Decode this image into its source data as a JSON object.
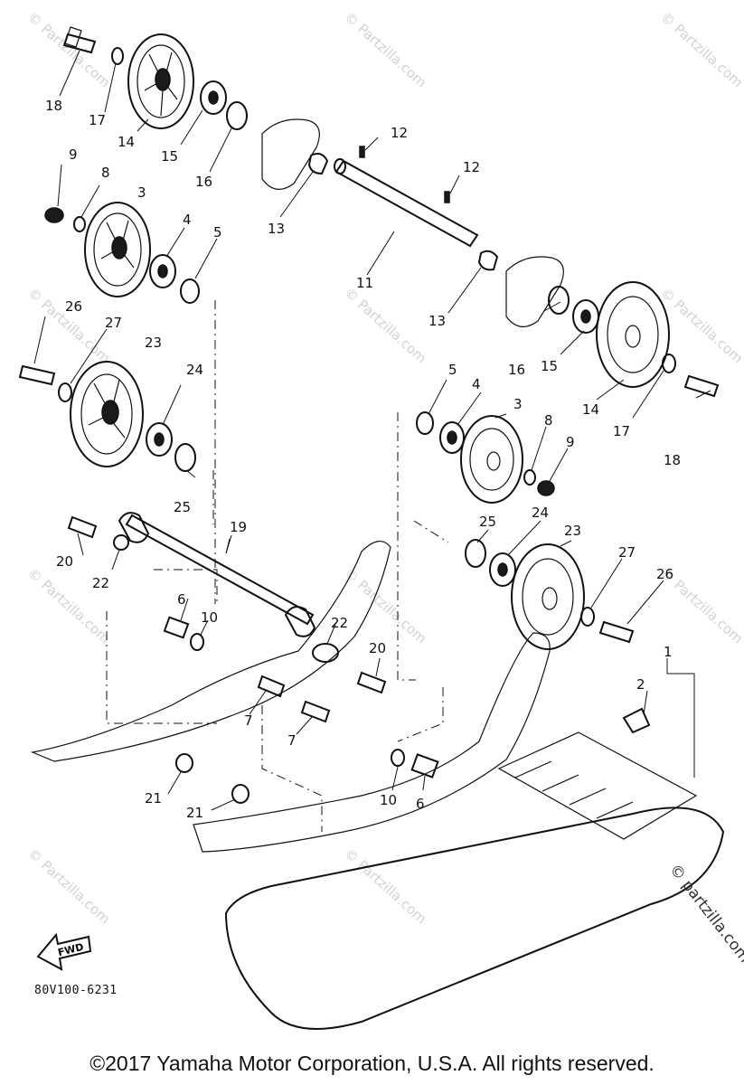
{
  "watermark": "© Partzilla.com",
  "edge_watermark": "© partzilla.com",
  "callouts": {
    "c1": "1",
    "c2": "2",
    "c3a": "3",
    "c3b": "3",
    "c4a": "4",
    "c4b": "4",
    "c5a": "5",
    "c5b": "5",
    "c6a": "6",
    "c6b": "6",
    "c7a": "7",
    "c7b": "7",
    "c8a": "8",
    "c8b": "8",
    "c9a": "9",
    "c9b": "9",
    "c10a": "10",
    "c10b": "10",
    "c11": "11",
    "c12a": "12",
    "c12b": "12",
    "c13a": "13",
    "c13b": "13",
    "c14a": "14",
    "c14b": "14",
    "c15a": "15",
    "c15b": "15",
    "c16a": "16",
    "c16b": "16",
    "c17a": "17",
    "c17b": "17",
    "c18a": "18",
    "c18b": "18",
    "c19": "19",
    "c20a": "20",
    "c20b": "20",
    "c21a": "21",
    "c21b": "21",
    "c22a": "22",
    "c22b": "22",
    "c23a": "23",
    "c23b": "23",
    "c24a": "24",
    "c24b": "24",
    "c25a": "25",
    "c25b": "25",
    "c26a": "26",
    "c26b": "26",
    "c27a": "27",
    "c27b": "27"
  },
  "fwd_label": "FWD",
  "diagram_code": "80V100-6231",
  "copyright": "©2017 Yamaha Motor Corporation, U.S.A. All rights reserved."
}
